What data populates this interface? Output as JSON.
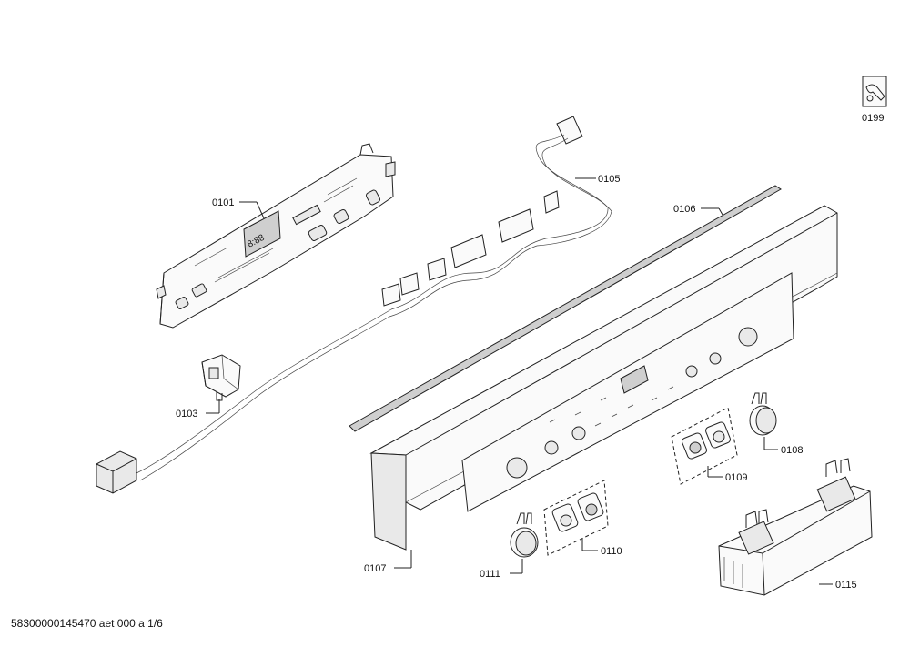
{
  "labels": {
    "p0101": "0101",
    "p0103": "0103",
    "p0105": "0105",
    "p0106": "0106",
    "p0107": "0107",
    "p0108": "0108",
    "p0109": "0109",
    "p0110": "0110",
    "p0111": "0111",
    "p0115": "0115",
    "p0199": "0199"
  },
  "display_text": "8:88",
  "footer": "58300000145470 aet 000 a 1/6",
  "icons": {
    "tool": "wrench-icon"
  }
}
